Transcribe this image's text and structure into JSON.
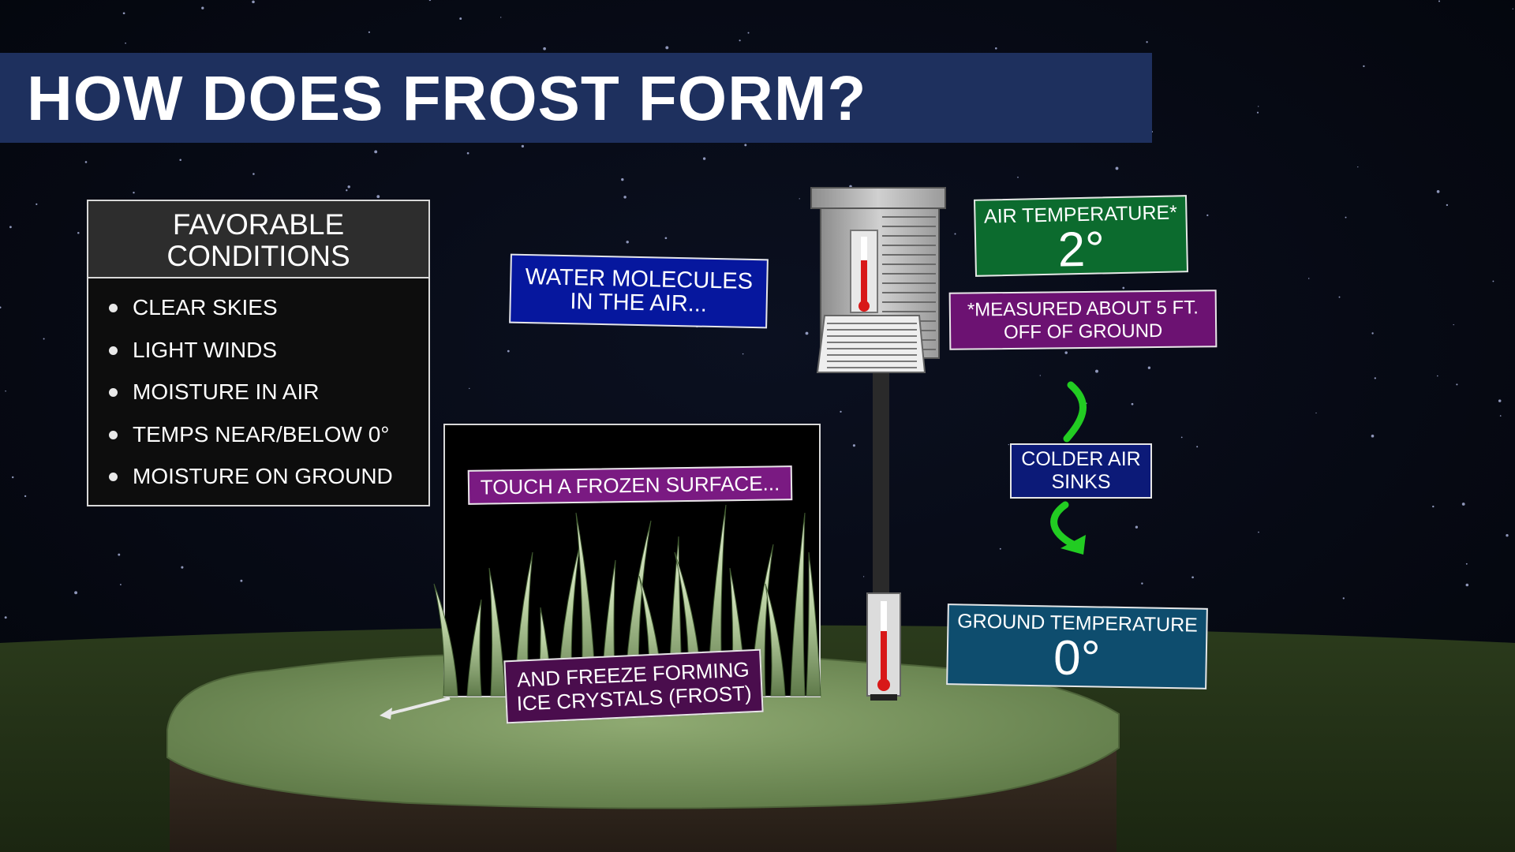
{
  "title": "HOW DOES FROST FORM?",
  "conditions": {
    "heading": "FAVORABLE\nCONDITIONS",
    "items": [
      "CLEAR SKIES",
      "LIGHT WINDS",
      "MOISTURE IN AIR",
      "TEMPS NEAR/BELOW 0°",
      "MOISTURE ON GROUND"
    ]
  },
  "labels": {
    "water": "WATER MOLECULES\nIN THE AIR...",
    "touch": "TOUCH A FROZEN SURFACE...",
    "freeze": "AND FREEZE FORMING\nICE CRYSTALS (FROST)",
    "air_temp_label": "AIR TEMPERATURE*",
    "air_temp_value": "2°",
    "measured_note": "*MEASURED ABOUT 5 FT.\nOFF OF GROUND",
    "colder_air": "COLDER AIR\nSINKS",
    "ground_temp_label": "GROUND TEMPERATURE",
    "ground_temp_value": "0°"
  },
  "colors": {
    "title_bar": "#1e305e",
    "water_box": "#06179e",
    "touch_box": "#7a1a82",
    "freeze_box": "#4a0d4d",
    "air_temp_box": "#0c6b2e",
    "measured_box": "#6c1272",
    "colder_air_box": "#0c1a78",
    "ground_temp_box": "#0e4d6e",
    "arrow_green": "#22cc22",
    "thermometer_red": "#d81818"
  }
}
